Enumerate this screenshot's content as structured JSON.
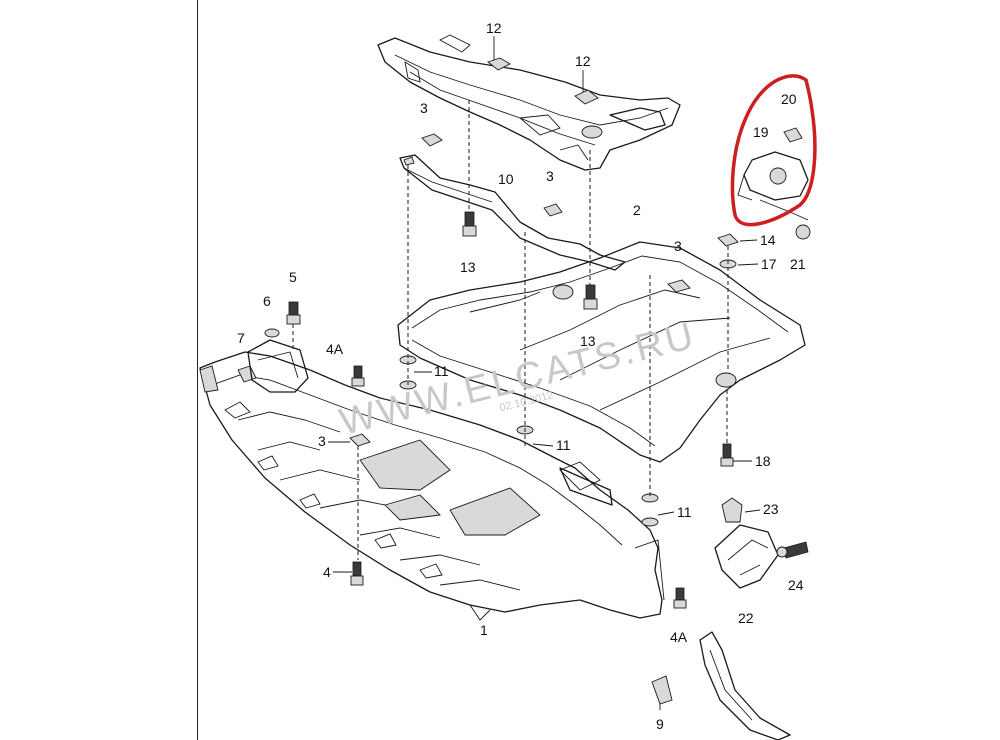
{
  "watermark": {
    "text": "WWW.ELCATS.RU",
    "stamp": "02.10.2012"
  },
  "labels": {
    "l1": "1",
    "l2": "2",
    "l3a": "3",
    "l3b": "3",
    "l3c": "3",
    "l3d": "3",
    "l4": "4",
    "l4a_top": "4A",
    "l4a_bot": "4A",
    "l5": "5",
    "l6": "6",
    "l7": "7",
    "l9": "9",
    "l10": "10",
    "l11a": "11",
    "l11b": "11",
    "l11c": "11",
    "l12a": "12",
    "l12b": "12",
    "l13a": "13",
    "l13b": "13",
    "l14": "14",
    "l17": "17",
    "l18": "18",
    "l19": "19",
    "l20": "20",
    "l21": "21",
    "l22": "22",
    "l23": "23",
    "l24": "24"
  },
  "colors": {
    "highlight": "#cc1f1f",
    "line": "#1a1a1a"
  }
}
